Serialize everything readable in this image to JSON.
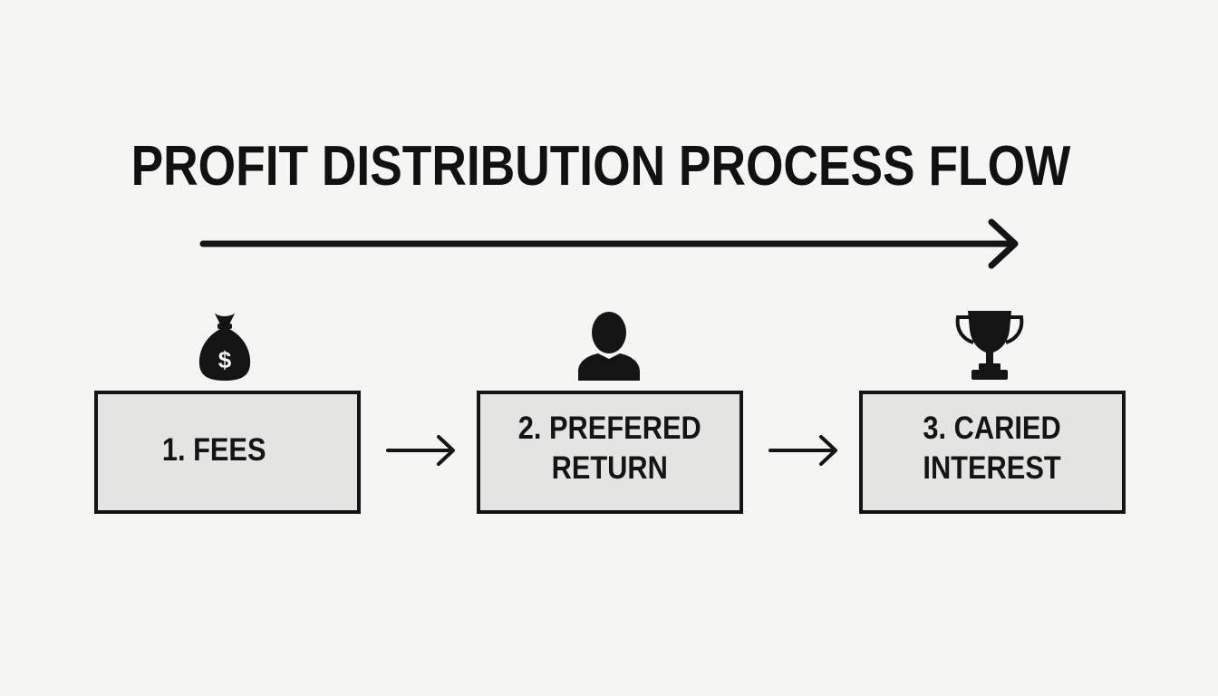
{
  "diagram": {
    "title": "PROFIT DISTRIBUTION PROCESS FLOW",
    "steps": [
      {
        "line1": "1. FEES",
        "line2": "",
        "icon": "money-bag-icon"
      },
      {
        "line1": "2. PREFERED",
        "line2": "RETURN",
        "icon": "person-icon"
      },
      {
        "line1": "3. CARIED",
        "line2": "INTEREST",
        "icon": "trophy-icon"
      }
    ],
    "icon_money_symbol": "$",
    "colors": {
      "background": "#f5f5f4",
      "box_fill": "#e4e4e3",
      "ink": "#141414"
    }
  }
}
